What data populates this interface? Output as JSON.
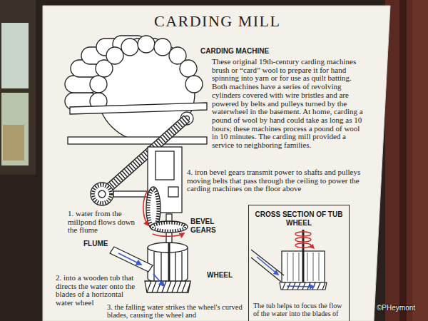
{
  "diagram": {
    "title": "CARDING MILL",
    "nodes": [
      {
        "text": [
          "CROSS SECTION OF TUB WHEEL",
          "The tub helps to focus the flow of the water into the blades of"
        ]
      }
    ],
    "labels": [
      "CARDING MACHINE",
      "These original 19th-century carding machines brush or “card” wool to prepare it for hand spinning into yarn or for use as quilt batting. Both machines have a series of revolving cylinders covered with wire bristles and are powered by belts and pulleys turned by the waterwheel in the basement. At home, carding a pound of wool by hand could take as long as 10 hours; these machines process a pound of wool in 10 minutes. The carding mill provided a service to neighboring families.",
      "4. iron bevel gears transmit power to shafts and pulleys moving belts that pass through the ceiling to power the carding machines on the floor above",
      "1. water from the millpond flows down the flume",
      "BEVEL GEARS",
      "FLUME",
      "2. into a wooden tub that directs the water onto the blades of a horizontal water wheel",
      "WHEEL",
      "3. the falling water strikes the wheel's curved blades, causing the wheel and",
      "©PHeymont"
    ]
  }
}
